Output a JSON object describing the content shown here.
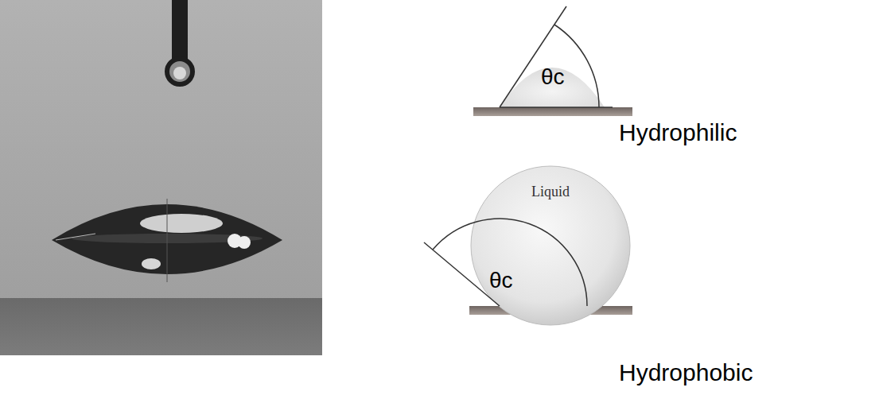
{
  "diagram": {
    "labels": [
      "θc",
      "Hydrophilic",
      "Liquid",
      "θc",
      "Hydrophobic"
    ]
  }
}
